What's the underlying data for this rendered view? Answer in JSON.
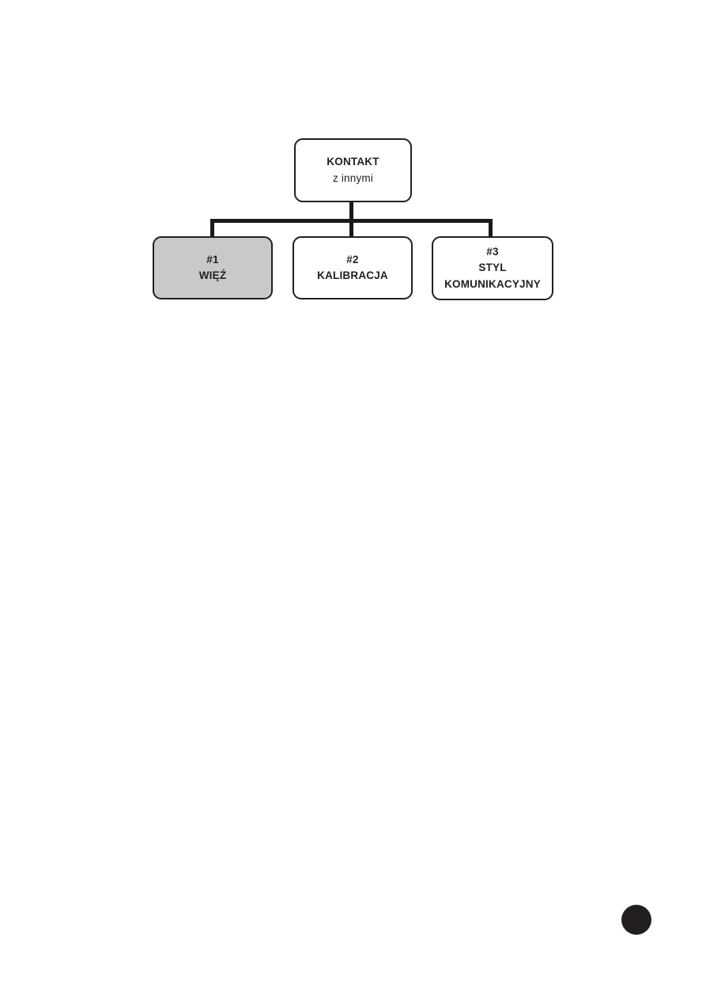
{
  "diagram": {
    "root": {
      "title": "KONTAKT",
      "subtitle": "z innymi"
    },
    "children": [
      {
        "number": "#1",
        "line1": "WIĘŹ",
        "line2": "",
        "highlighted": true
      },
      {
        "number": "#2",
        "line1": "KALIBRACJA",
        "line2": "",
        "highlighted": false
      },
      {
        "number": "#3",
        "line1": "STYL",
        "line2": "KOMUNIKACYJNY",
        "highlighted": false
      }
    ],
    "colors": {
      "box_border": "#231f20",
      "connector": "#1a1a1a",
      "highlight_fill": "#c9c9c9",
      "box_fill": "#ffffff",
      "text": "#231f20"
    }
  },
  "footer": {
    "page_dot_color": "#231f20"
  }
}
